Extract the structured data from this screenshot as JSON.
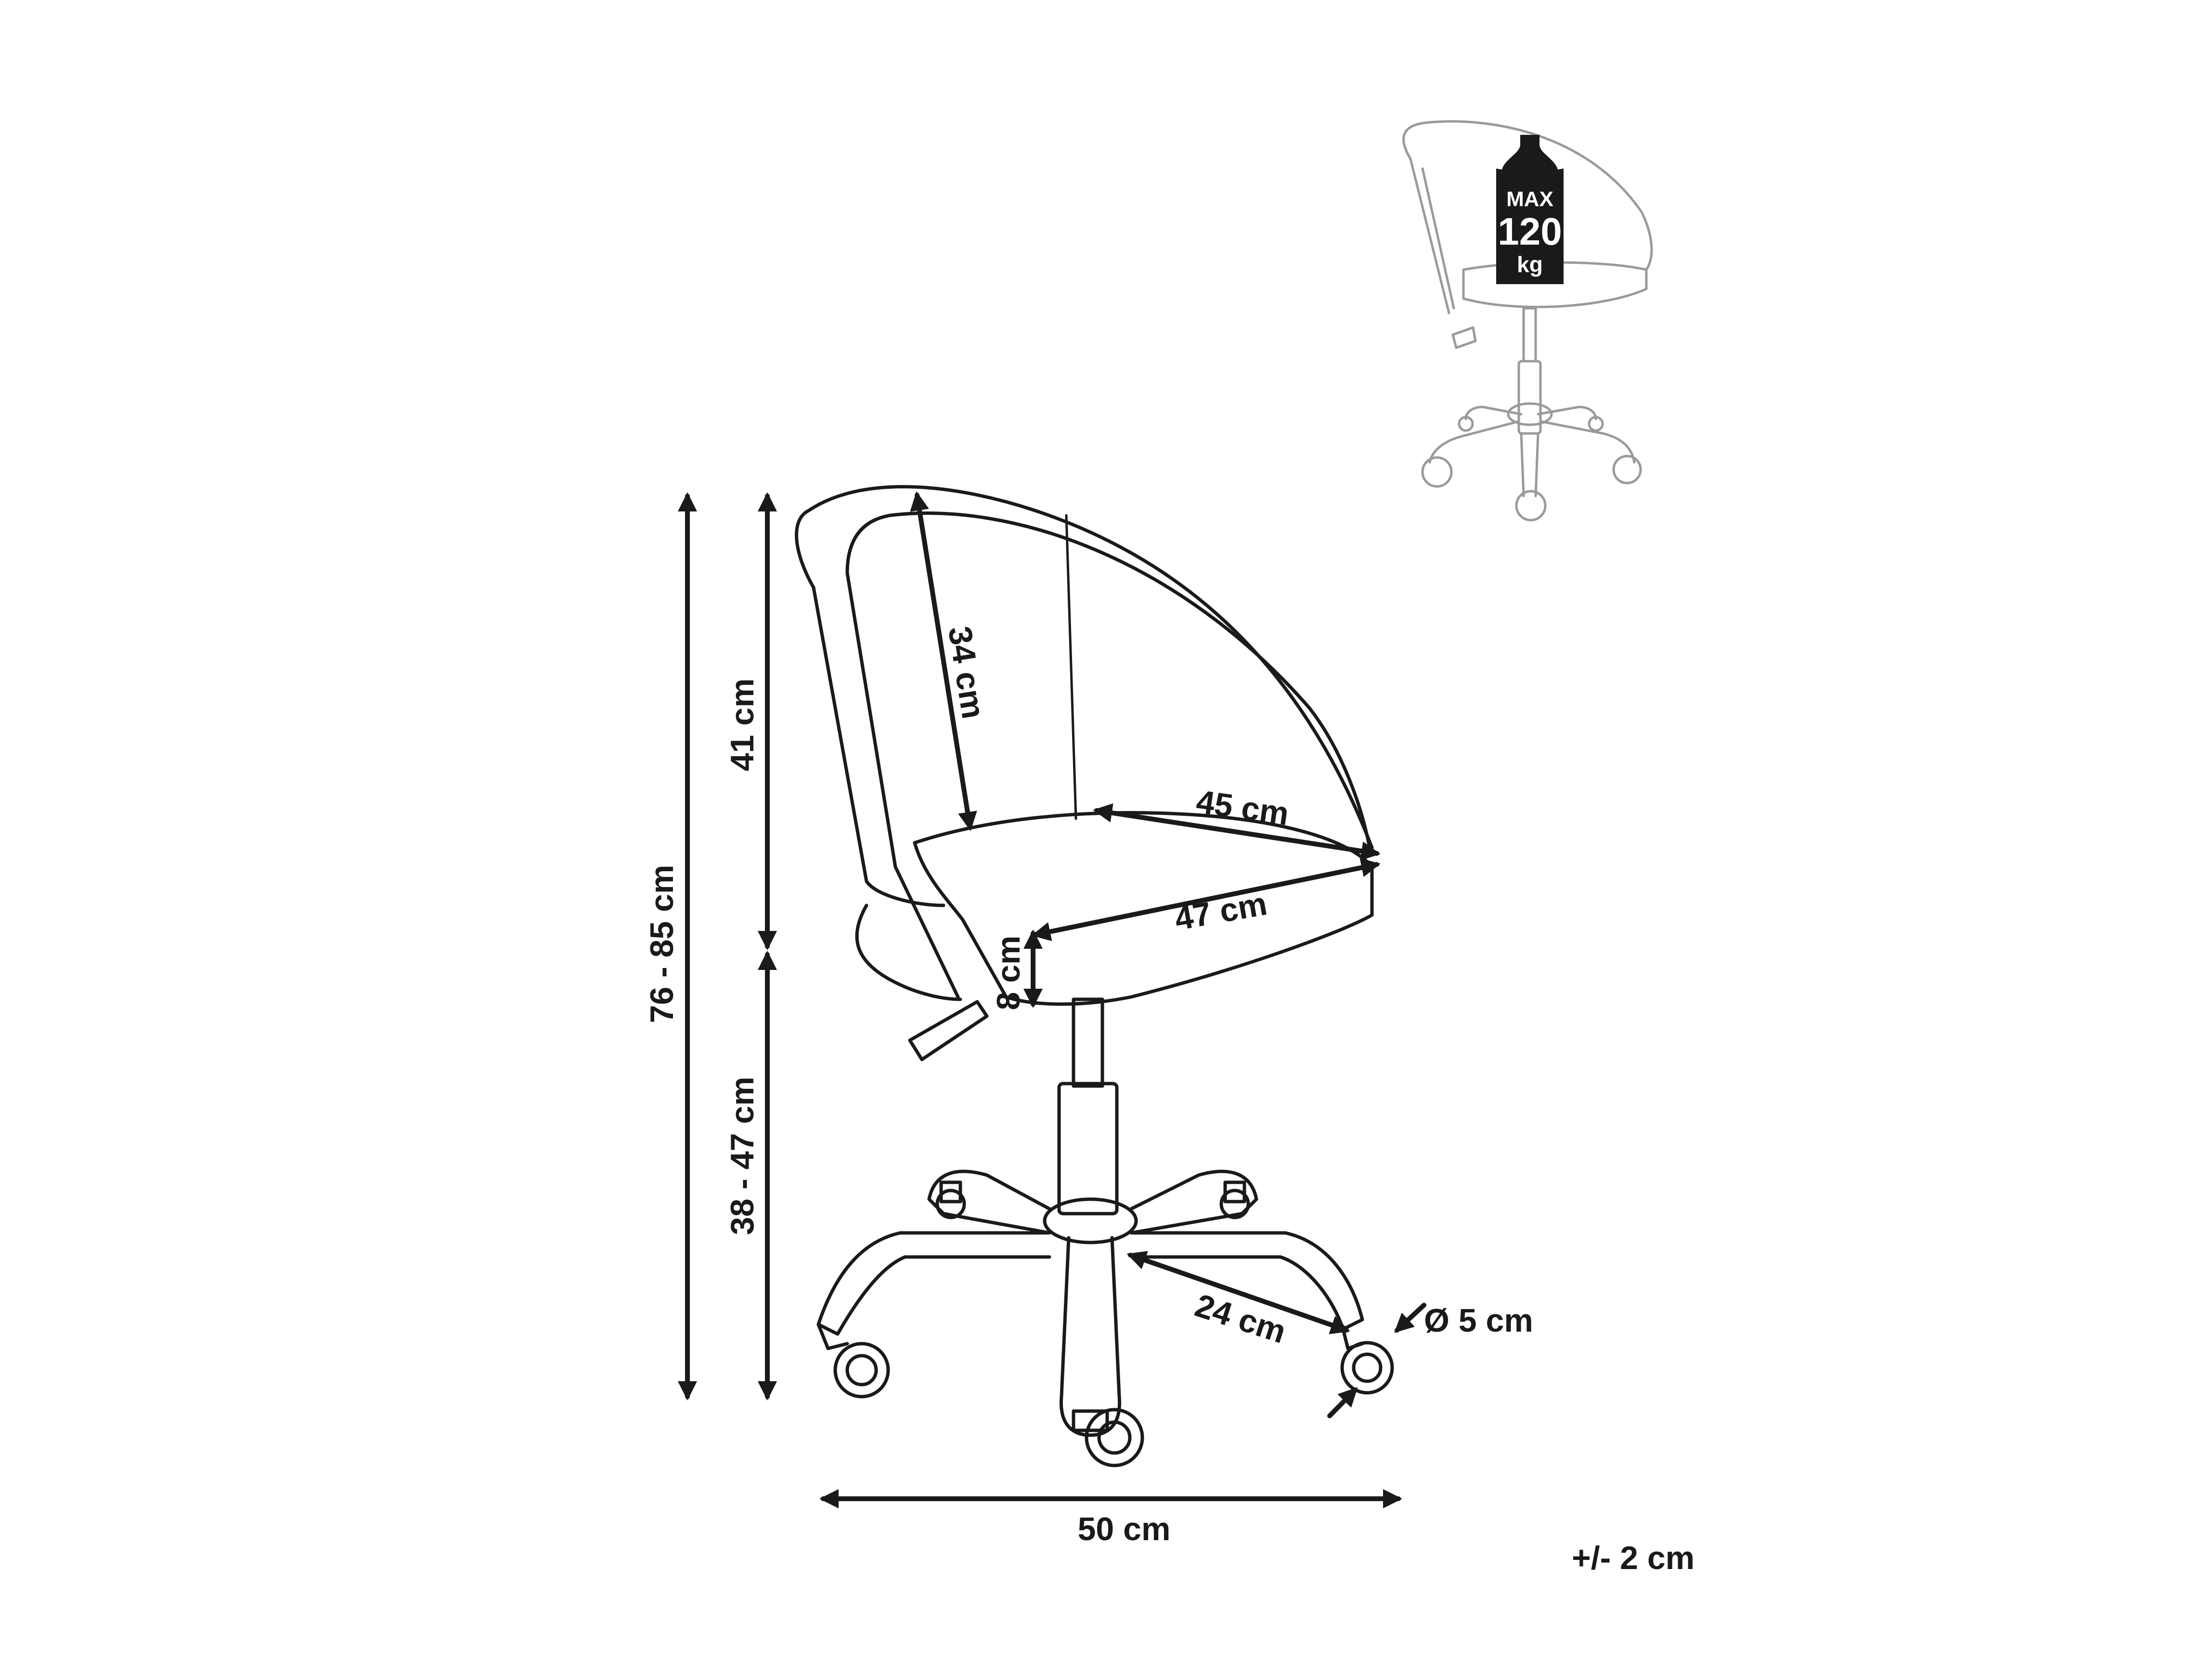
{
  "dimensions": {
    "total_height": "76 - 85 cm",
    "backrest_height": "41 cm",
    "seat_height": "38 - 47 cm",
    "backrest_depth": "34 cm",
    "seat_width_back": "45 cm",
    "seat_width_front": "47 cm",
    "seat_thickness": "8 cm",
    "leg_length": "24 cm",
    "wheel_diameter": "Ø 5 cm",
    "base_width": "50 cm",
    "tolerance": "+/- 2 cm"
  },
  "max_load": {
    "label": "MAX",
    "value": "120",
    "unit": "kg"
  },
  "colors": {
    "line": "#1a1a1a",
    "ghost_line": "#9a9a9a",
    "badge_fill": "#1a1a1a",
    "badge_text": "#ffffff"
  }
}
